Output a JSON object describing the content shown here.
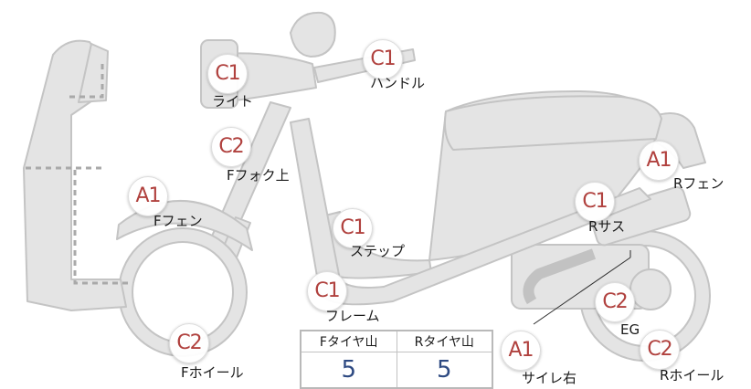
{
  "parts": [
    {
      "key": "light",
      "grade": "C1",
      "label": "ライト"
    },
    {
      "key": "handle",
      "grade": "C1",
      "label": "ハンドル"
    },
    {
      "key": "f_fork",
      "grade": "C2",
      "label": "Fフォク上"
    },
    {
      "key": "f_fender",
      "grade": "A1",
      "label": "Fフェン"
    },
    {
      "key": "step",
      "grade": "C1",
      "label": "ステップ"
    },
    {
      "key": "frame",
      "grade": "C1",
      "label": "フレーム"
    },
    {
      "key": "f_wheel",
      "grade": "C2",
      "label": "Fホイール"
    },
    {
      "key": "r_fender",
      "grade": "A1",
      "label": "Rフェン"
    },
    {
      "key": "r_sus",
      "grade": "C1",
      "label": "Rサス"
    },
    {
      "key": "eg",
      "grade": "C2",
      "label": "EG"
    },
    {
      "key": "r_wheel",
      "grade": "C2",
      "label": "Rホイール"
    },
    {
      "key": "muffler_r",
      "grade": "A1",
      "label": "サイレ右"
    }
  ],
  "tread": {
    "front_header": "Fタイヤ山",
    "rear_header": "Rタイヤ山",
    "front_value": "5",
    "rear_value": "5"
  },
  "colors": {
    "body_fill": "#e4e4e4",
    "body_stroke": "#c4c4c4",
    "grade_text": "#b0413e",
    "tread_value": "#2e4a82"
  }
}
